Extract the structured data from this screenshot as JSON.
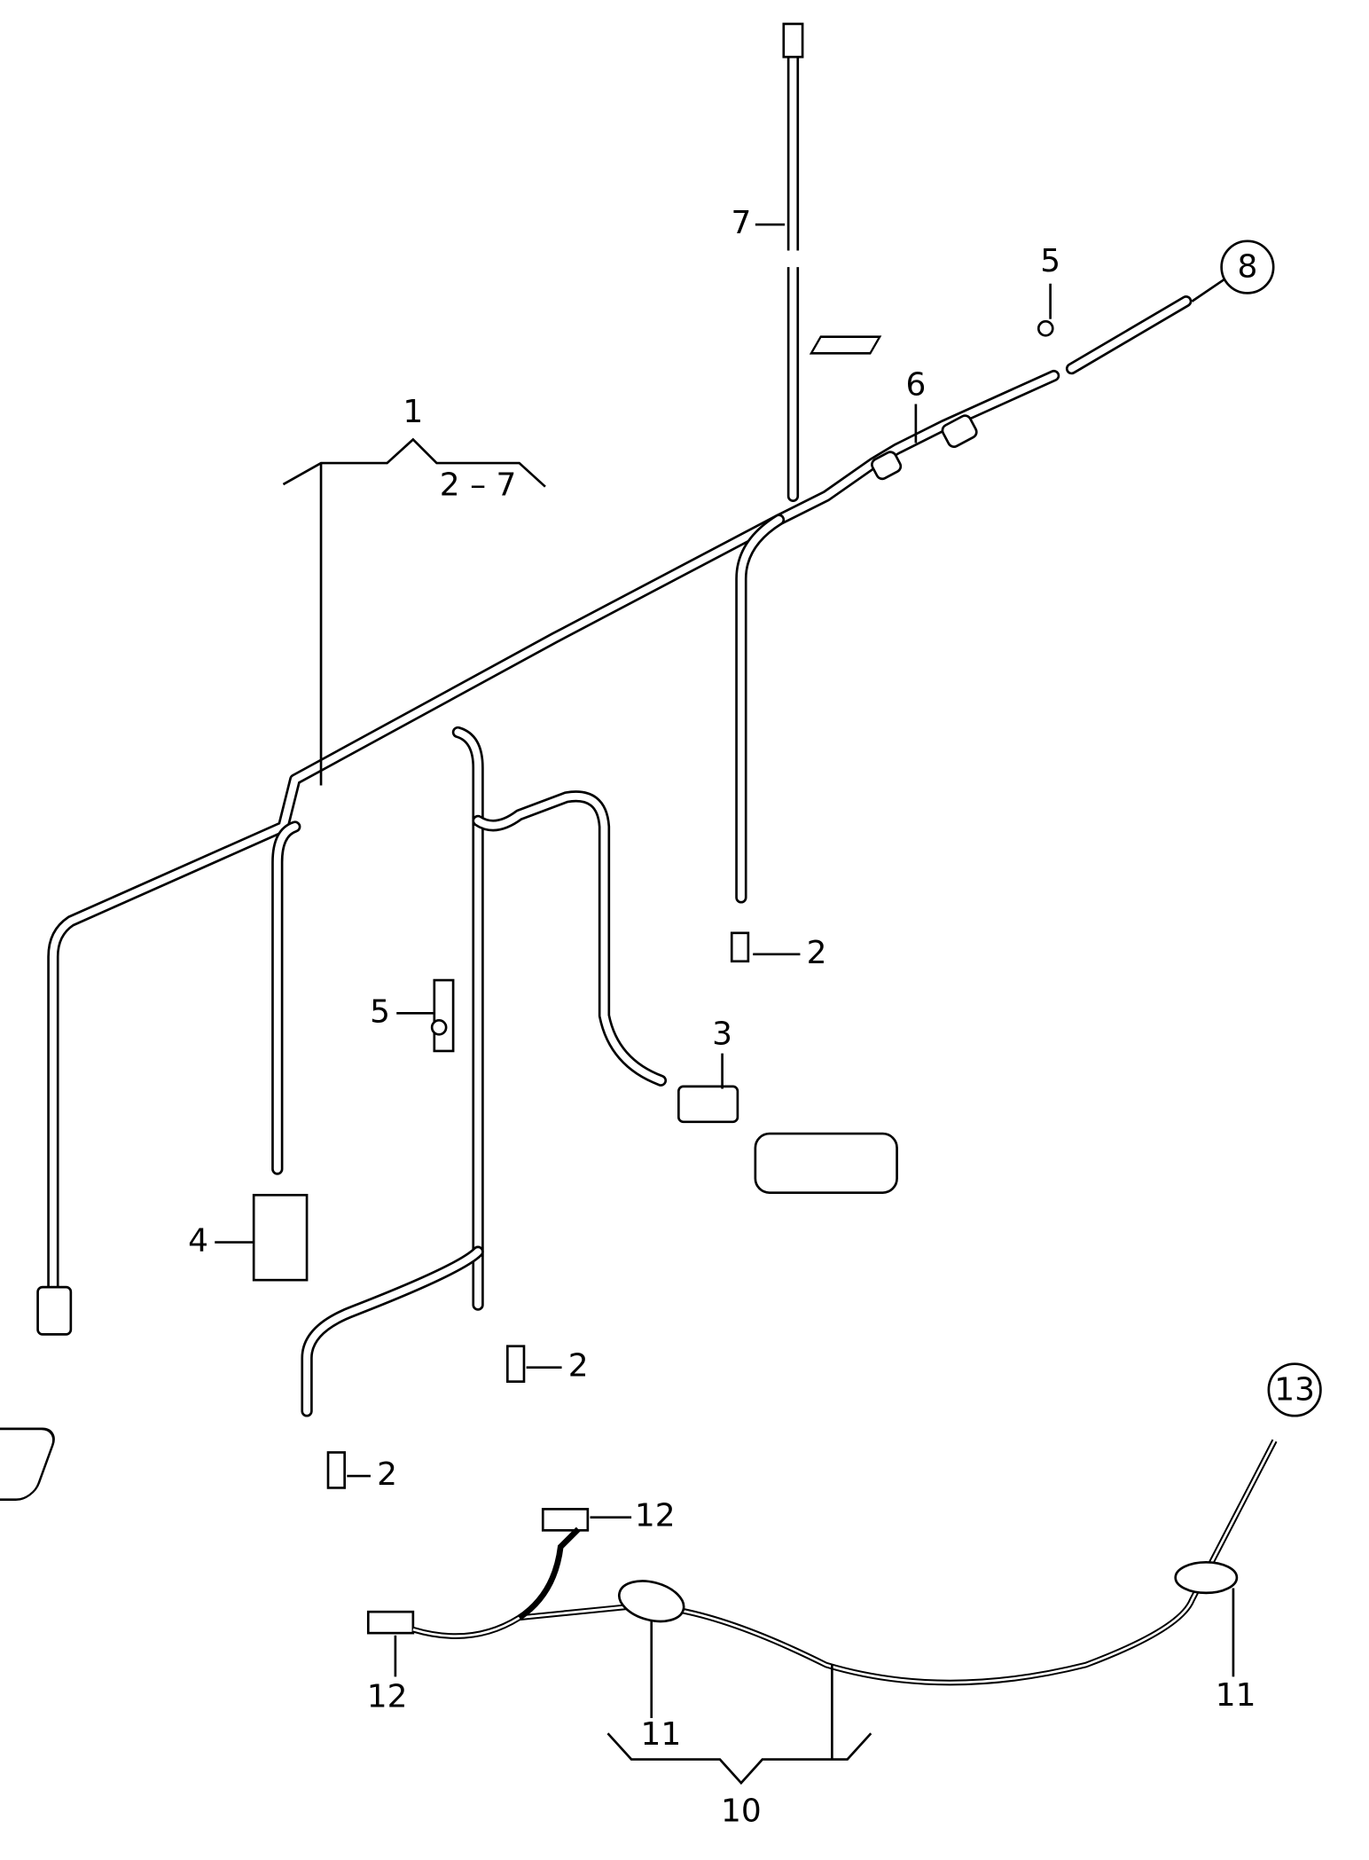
{
  "callouts": {
    "c7": "7",
    "c5_top": "5",
    "c8": "8",
    "c6": "6",
    "c1": "1",
    "c2_7": "2 – 7",
    "c2_right": "2",
    "c5_mid": "5",
    "c3": "3",
    "c4": "4",
    "c2_mid": "2",
    "c2_low": "2",
    "c12_top": "12",
    "c12_bottom": "12",
    "c13": "13",
    "c11_left": "11",
    "c11_right": "11",
    "c10": "10"
  }
}
